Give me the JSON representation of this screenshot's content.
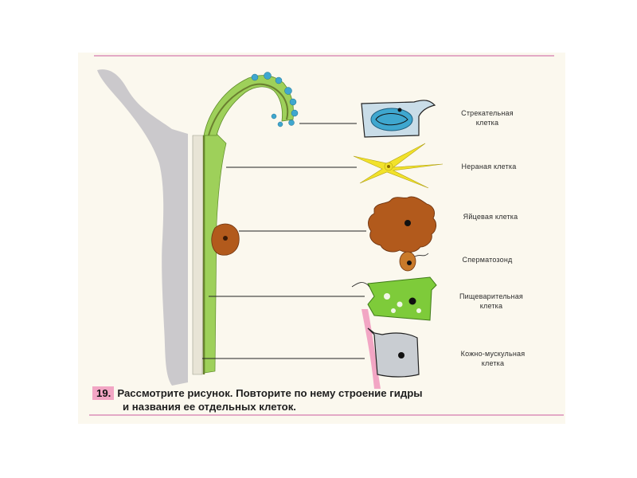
{
  "labels": {
    "stinging": {
      "line1": "Стрекательная",
      "line2": "клетка"
    },
    "nerve": {
      "line1": "Нераная клетка"
    },
    "egg": {
      "line1": "Яйцевая клетка"
    },
    "sperm": {
      "line1": "Сперматозонд"
    },
    "digestive": {
      "line1": "Пищеварительная",
      "line2": "клетка"
    },
    "skin_muscle": {
      "line1": "Кожно-мускульная",
      "line2": "клетка"
    }
  },
  "caption": {
    "number": "19.",
    "line1": "Рассмотрите рисунок. Повторите по нему строение гидры",
    "line2": "и названия ее отдельных клеток."
  },
  "colors": {
    "body_silhouette": "#cbc9cc",
    "ectoderm": "#9ed05a",
    "mesoglea": "#6a7f2f",
    "egg_cell": "#b25a1c",
    "nerve_cell": "#f2e22a",
    "stinging_cell": "#3fa7cf",
    "digestive_cell": "#7ecb3a",
    "skin_muscle_cell": "#c9cdd2",
    "accent_pink": "#f2a6c4"
  }
}
